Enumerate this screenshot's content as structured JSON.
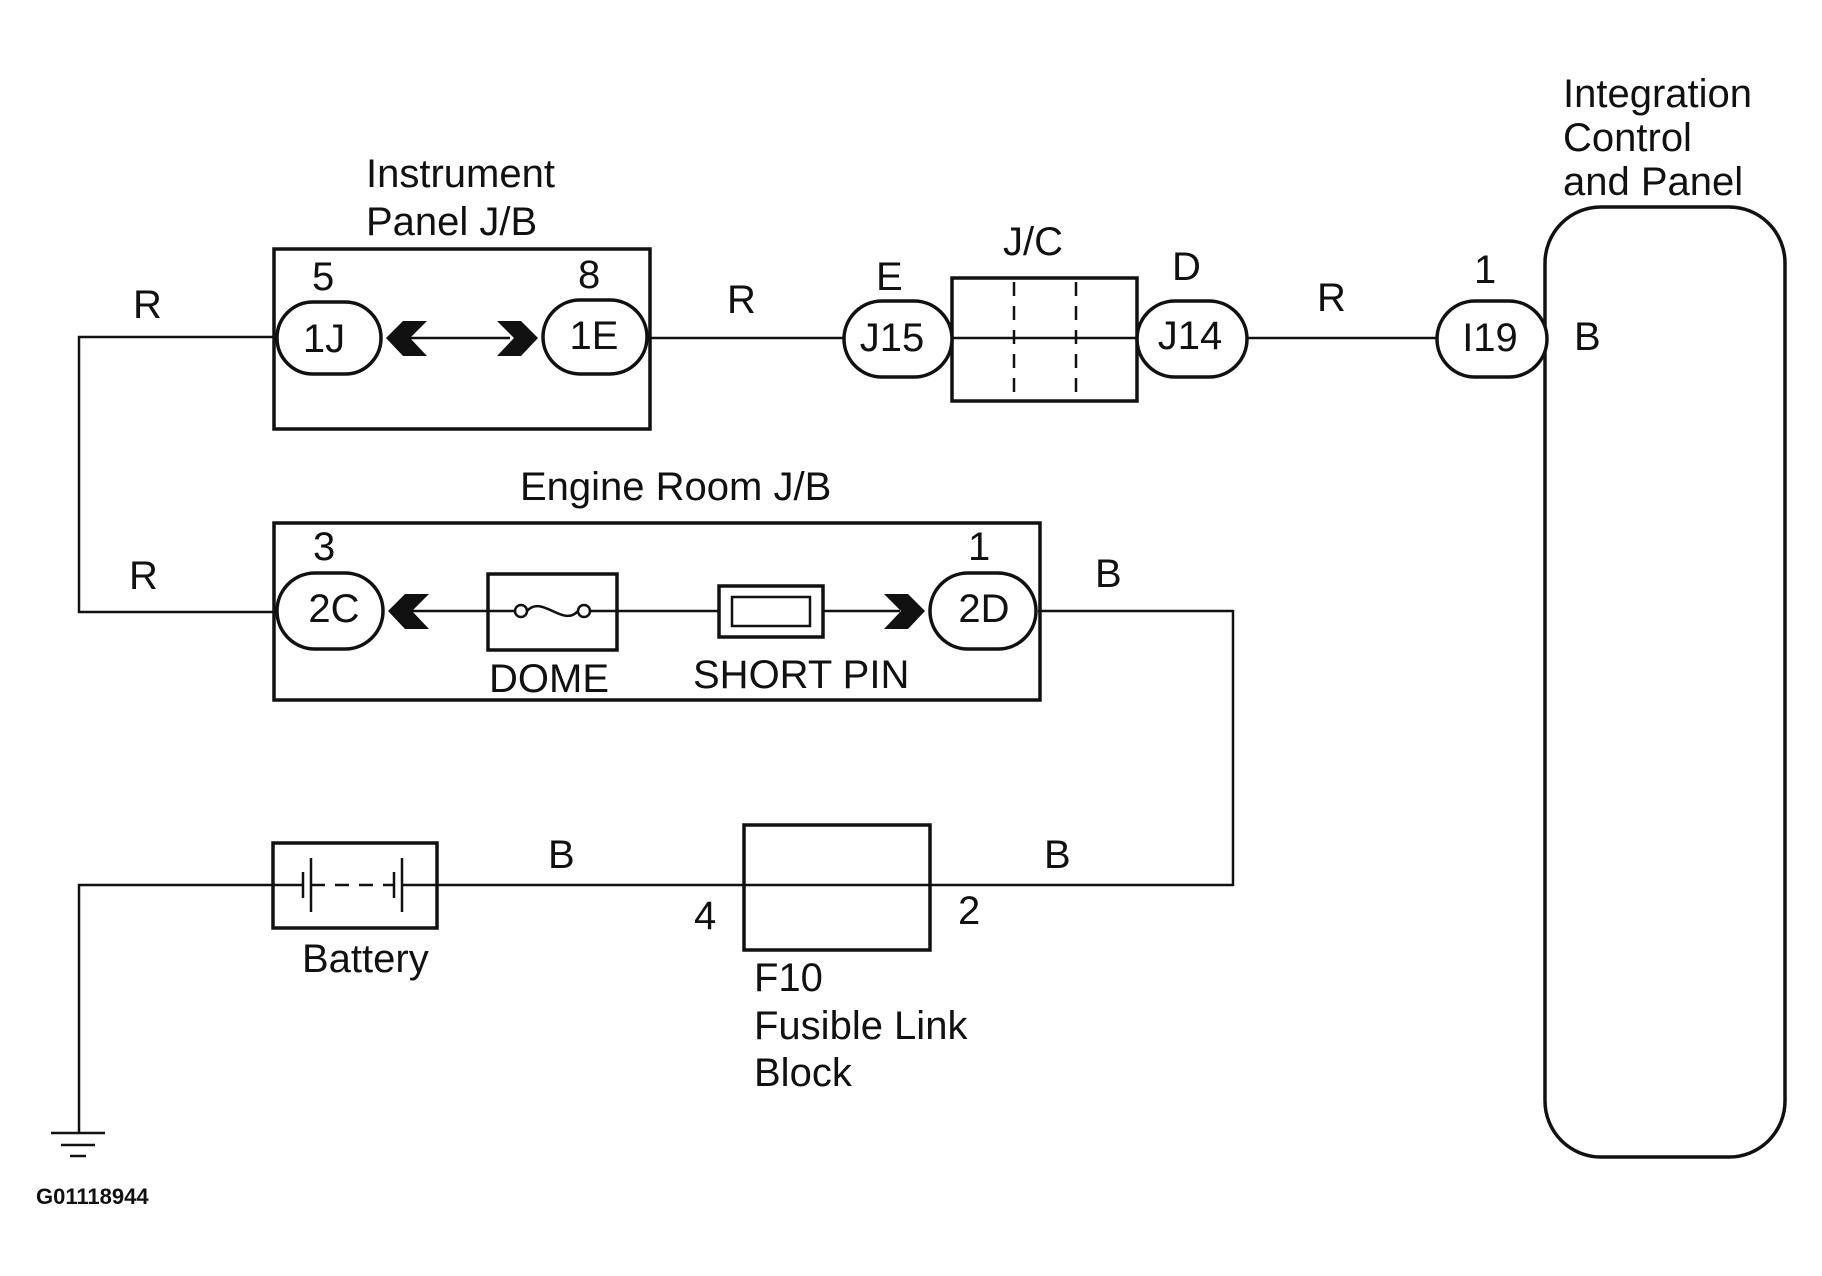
{
  "instrument_panel_jb": {
    "title_line1": "Instrument",
    "title_line2": "Panel J/B",
    "pin_left": "5",
    "pin_right": "8",
    "conn_left": "1J",
    "conn_right": "1E"
  },
  "engine_room_jb": {
    "title": "Engine Room J/B",
    "pin_left": "3",
    "pin_right": "1",
    "conn_left": "2C",
    "conn_right": "2D",
    "fuse_label": "DOME",
    "short_pin_label": "SHORT PIN"
  },
  "junction_connector": {
    "title": "J/C",
    "pin_left": "E",
    "pin_right": "D",
    "conn_left": "J15",
    "conn_right": "J14"
  },
  "integration_panel": {
    "title_line1": "Integration",
    "title_line2": "Control",
    "title_line3": "and Panel",
    "pin": "1",
    "conn": "I19",
    "terminal": "B"
  },
  "wire_colors": {
    "ip_left_upper": "R",
    "ip_left_lower": "R",
    "ip_to_jc": "R",
    "jc_to_icp": "R",
    "er_right": "B",
    "battery_to_fl": "B",
    "fl_to_er": "B"
  },
  "battery": {
    "label": "Battery"
  },
  "fusible_link": {
    "pin_left": "4",
    "pin_right": "2",
    "label_line1": "F10",
    "label_line2": "Fusible Link",
    "label_line3": "Block"
  },
  "figure_code": "G01118944"
}
